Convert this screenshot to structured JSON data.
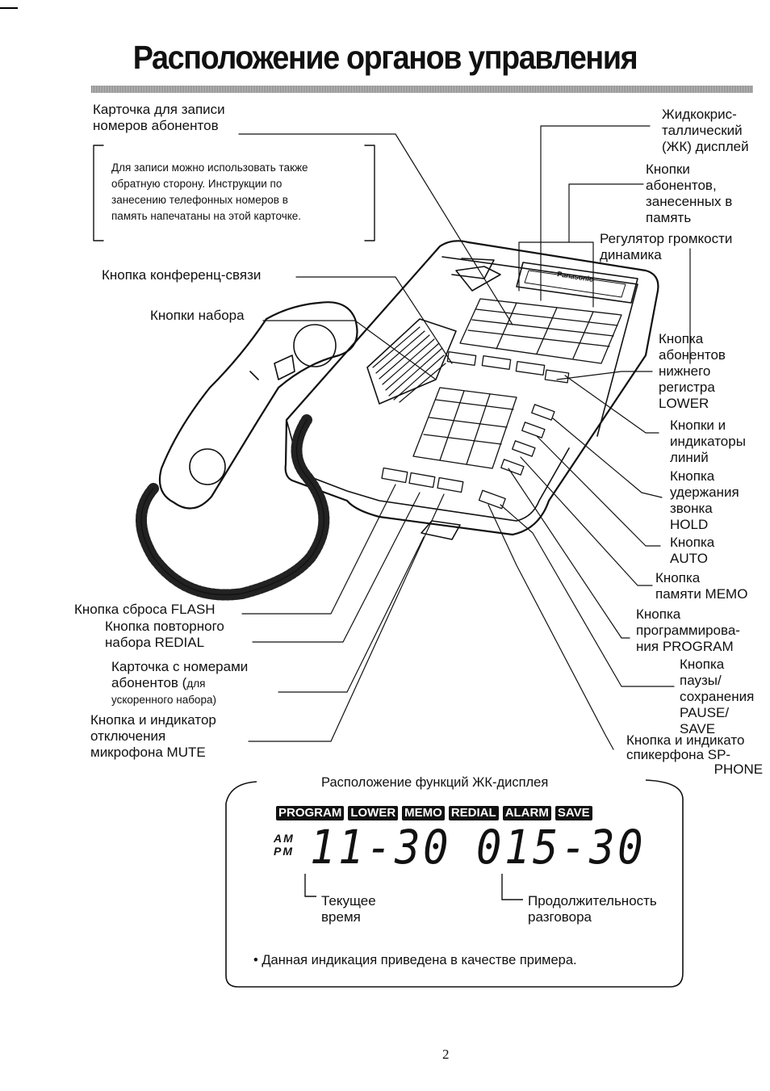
{
  "page": {
    "title": "Расположение органов управления",
    "page_number": "2"
  },
  "labels": {
    "card_top": "Карточка для записи\nномеров абонентов",
    "card_note": "Для записи можно использовать также\nобратную сторону. Инструкции по\nзанесению телефонных номеров в\nпамять напечатаны на этой карточке.",
    "conference": "Кнопка конференц-связи",
    "dial_buttons": "Кнопки набора",
    "lcd": "Жидкокрис-\nталлический\n(ЖК) дисплей",
    "memory_buttons": "Кнопки\nабонентов,\nзанесенных в\nпамять",
    "volume": "Регулятор громкости\nдинамика",
    "lower": "Кнопка\nабонентов\nнижнего\nрегистра\nLOWER",
    "lines": "Кнопки и\nиндикаторы\nлиний",
    "hold": "Кнопка\nудержания\nзвонка\nHOLD",
    "auto": "Кнопка\nAUTO",
    "memo": "Кнопка\nпамяти MEMO",
    "program": "Кнопка\nпрограммирова-\nния PROGRAM",
    "pause": "Кнопка\nпаузы/\nсохранения\nPAUSE/\nSAVE",
    "spphone": "Кнопка и индикато\nспикерфона SP-\n                       PHONE",
    "flash": "Кнопка сброса FLASH",
    "redial": "Кнопка повторного\nнабора REDIAL",
    "speed_card_main": "Карточка с номерами\nабонентов (",
    "speed_card_small": "для",
    "speed_card_small2": "ускоренного набора)",
    "mute": "Кнопка и индикатор\nотключения\nмикрофона MUTE"
  },
  "lcd_panel": {
    "title": "Расположение функций ЖК-дисплея",
    "badges": [
      "PROGRAM",
      "LOWER",
      "MEMO",
      "REDIAL",
      "ALARM",
      "SAVE"
    ],
    "am_pm": "AM\nPM",
    "time_digits": "11-30",
    "duration_digits": "015-30",
    "time_label": "Текущее\nвремя",
    "duration_label": "Продолжительность\nразговора",
    "footnote": "Данная индикация приведена в качестве примера."
  },
  "phone": {
    "brand": "Panasonic"
  }
}
